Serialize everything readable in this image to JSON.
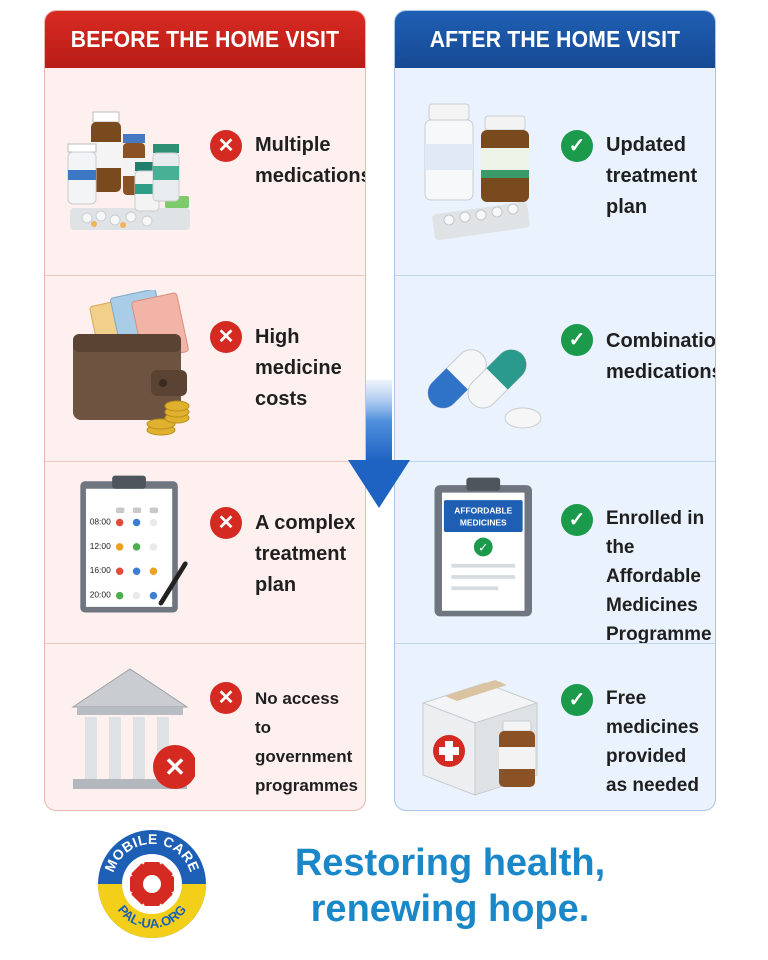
{
  "before": {
    "title": "BEFORE THE HOME VISIT",
    "items": [
      {
        "text": "Multiple\nmedications",
        "icon": "pill-bottles-icon"
      },
      {
        "text": "High\nmedicine\ncosts",
        "icon": "wallet-money-icon"
      },
      {
        "text": "A complex\ntreatment\nplan",
        "icon": "schedule-clipboard-icon"
      },
      {
        "text": "No access\nto government\nprogrammes",
        "icon": "government-building-icon"
      }
    ]
  },
  "after": {
    "title": "AFTER THE HOME VISIT",
    "items": [
      {
        "text": "Updated\ntreatment\nplan",
        "icon": "medicine-bottles-icon"
      },
      {
        "text": "Combination\nmedications",
        "icon": "capsules-icon"
      },
      {
        "text": "Enrolled in\nthe Affordable\nMedicines\nProgramme",
        "icon": "affordable-clipboard-icon"
      },
      {
        "text": "Free\nmedicines\nprovided\nas needed",
        "icon": "medicine-box-icon"
      }
    ]
  },
  "clipboard_times": [
    "08:00",
    "12:00",
    "16:00",
    "20:00"
  ],
  "affordable_label": "AFFORDABLE\nMEDICINES",
  "logo": {
    "top": "MOBILE CARE",
    "bottom": "PAL-UA.ORG"
  },
  "slogan": "Restoring health,\nrenewing hope.",
  "colors": {
    "before": "#d42a22",
    "after": "#1f5fb3",
    "check": "#1a9a4a",
    "slogan": "#1a87c9"
  }
}
